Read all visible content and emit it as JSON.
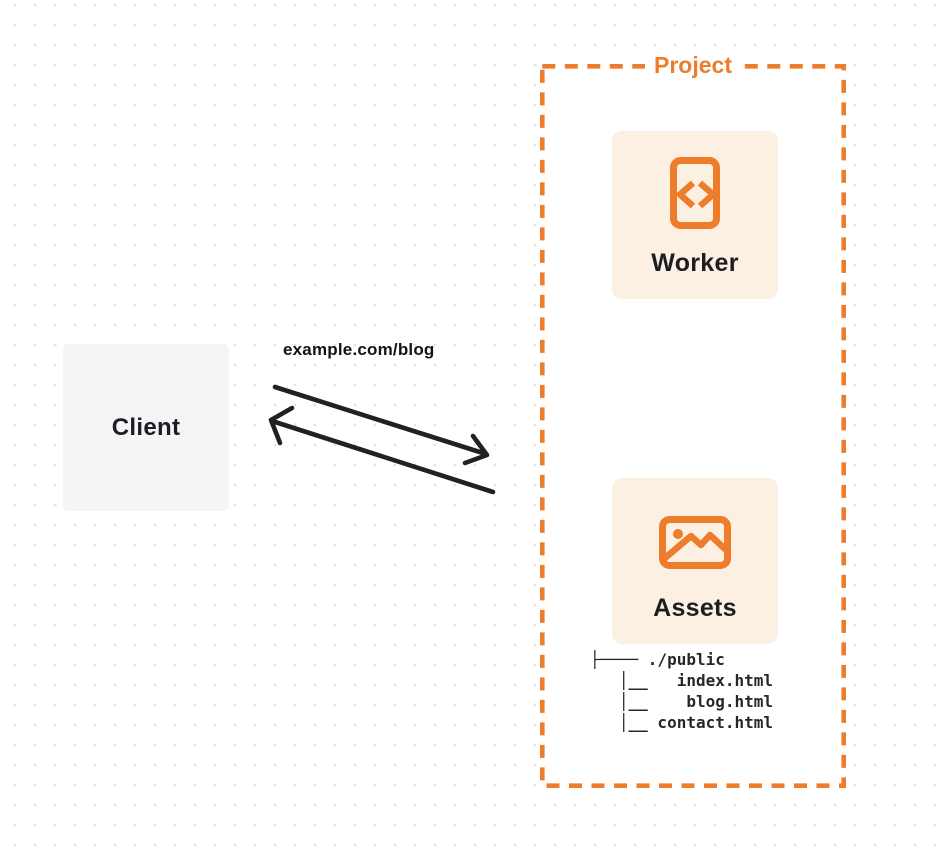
{
  "client": {
    "label": "Client"
  },
  "request_label": "example.com/blog",
  "project": {
    "label": "Project",
    "worker": {
      "label": "Worker",
      "icon": "code-document-icon"
    },
    "assets": {
      "label": "Assets",
      "icon": "image-icon"
    },
    "file_tree": {
      "lines": [
        "├──── ./public",
        "   │__   index.html",
        "   │__    blog.html",
        "   │__ contact.html"
      ]
    }
  },
  "arrows": [
    {
      "name": "request-arrow",
      "direction": "client-to-project"
    },
    {
      "name": "response-arrow",
      "direction": "project-to-client"
    }
  ],
  "colors": {
    "accent_orange": "#ed7d2b",
    "card_background": "#fbf0e2",
    "client_background": "#f5f5f7",
    "arrow": "#212121",
    "text_dark": "#1e1e22",
    "dot_grid": "#e2e2e6"
  }
}
